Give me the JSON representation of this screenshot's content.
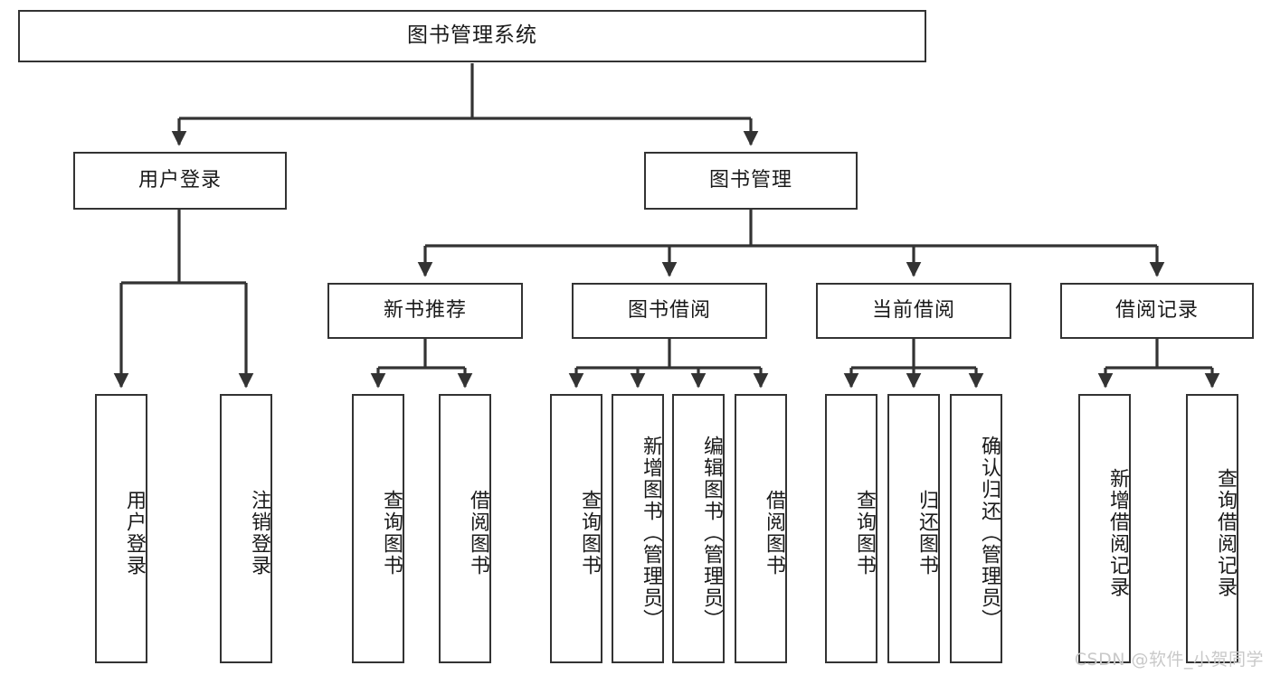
{
  "diagram": {
    "title": "图书管理系统",
    "type": "hierarchy-tree",
    "watermark": "CSDN @软件_小贺同学",
    "colors": {
      "border": "#333333",
      "background": "#ffffff",
      "text": "#1a1a1a",
      "watermark": "#c9c9c9"
    },
    "levels": {
      "root": [
        "图书管理系统"
      ],
      "level2": [
        "用户登录",
        "图书管理"
      ],
      "level3": [
        "新书推荐",
        "图书借阅",
        "当前借阅",
        "借阅记录"
      ],
      "leaves": [
        "用户登录",
        "注销登录",
        "查询图书",
        "借阅图书",
        "查询图书",
        "新增图书（管理员）",
        "编辑图书（管理员）",
        "借阅图书",
        "查询图书",
        "归还图书",
        "确认归还（管理员）",
        "新增借阅记录",
        "查询借阅记录"
      ]
    },
    "nodes": {
      "root": {
        "label": "图书管理系统"
      },
      "user_login": {
        "label": "用户登录"
      },
      "book_manage": {
        "label": "图书管理"
      },
      "new_book_rec": {
        "label": "新书推荐"
      },
      "book_borrow": {
        "label": "图书借阅"
      },
      "current_borrow": {
        "label": "当前借阅"
      },
      "borrow_record": {
        "label": "借阅记录"
      },
      "leaf_user_login": {
        "label": "用户登录"
      },
      "leaf_user_logout": {
        "label": "注销登录"
      },
      "leaf_rec_query": {
        "label": "查询图书"
      },
      "leaf_rec_borrow": {
        "label": "借阅图书"
      },
      "leaf_borrow_query": {
        "label": "查询图书"
      },
      "leaf_borrow_add": {
        "label": "新增图书（管理员）"
      },
      "leaf_borrow_edit": {
        "label": "编辑图书（管理员）"
      },
      "leaf_borrow_do": {
        "label": "借阅图书"
      },
      "leaf_cur_query": {
        "label": "查询图书"
      },
      "leaf_cur_return": {
        "label": "归还图书"
      },
      "leaf_cur_confirm": {
        "label": "确认归还（管理员）"
      },
      "leaf_rec_add": {
        "label": "新增借阅记录"
      },
      "leaf_rec_search": {
        "label": "查询借阅记录"
      }
    }
  }
}
